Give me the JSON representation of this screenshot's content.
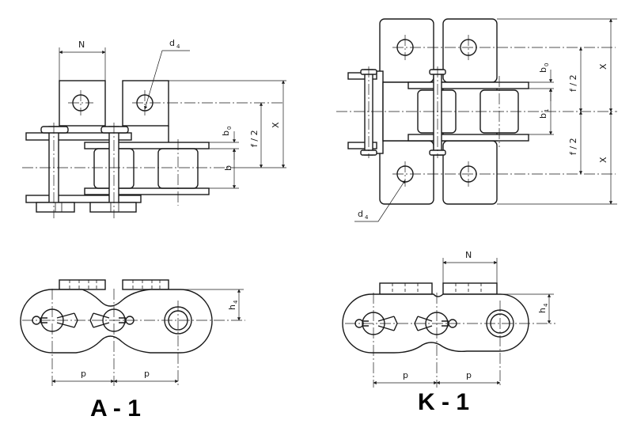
{
  "labels": {
    "N": "N",
    "d4_base": "d",
    "d4_sub": "4",
    "b0_base": "b",
    "b0_sub": "0",
    "b1_base": "b",
    "b1_sub": "1",
    "f2": "f / 2",
    "X": "X",
    "b": "b",
    "h4_base": "h",
    "h4_sub": "4",
    "p": "p"
  },
  "titles": {
    "a1": "A - 1",
    "k1": "K - 1"
  }
}
